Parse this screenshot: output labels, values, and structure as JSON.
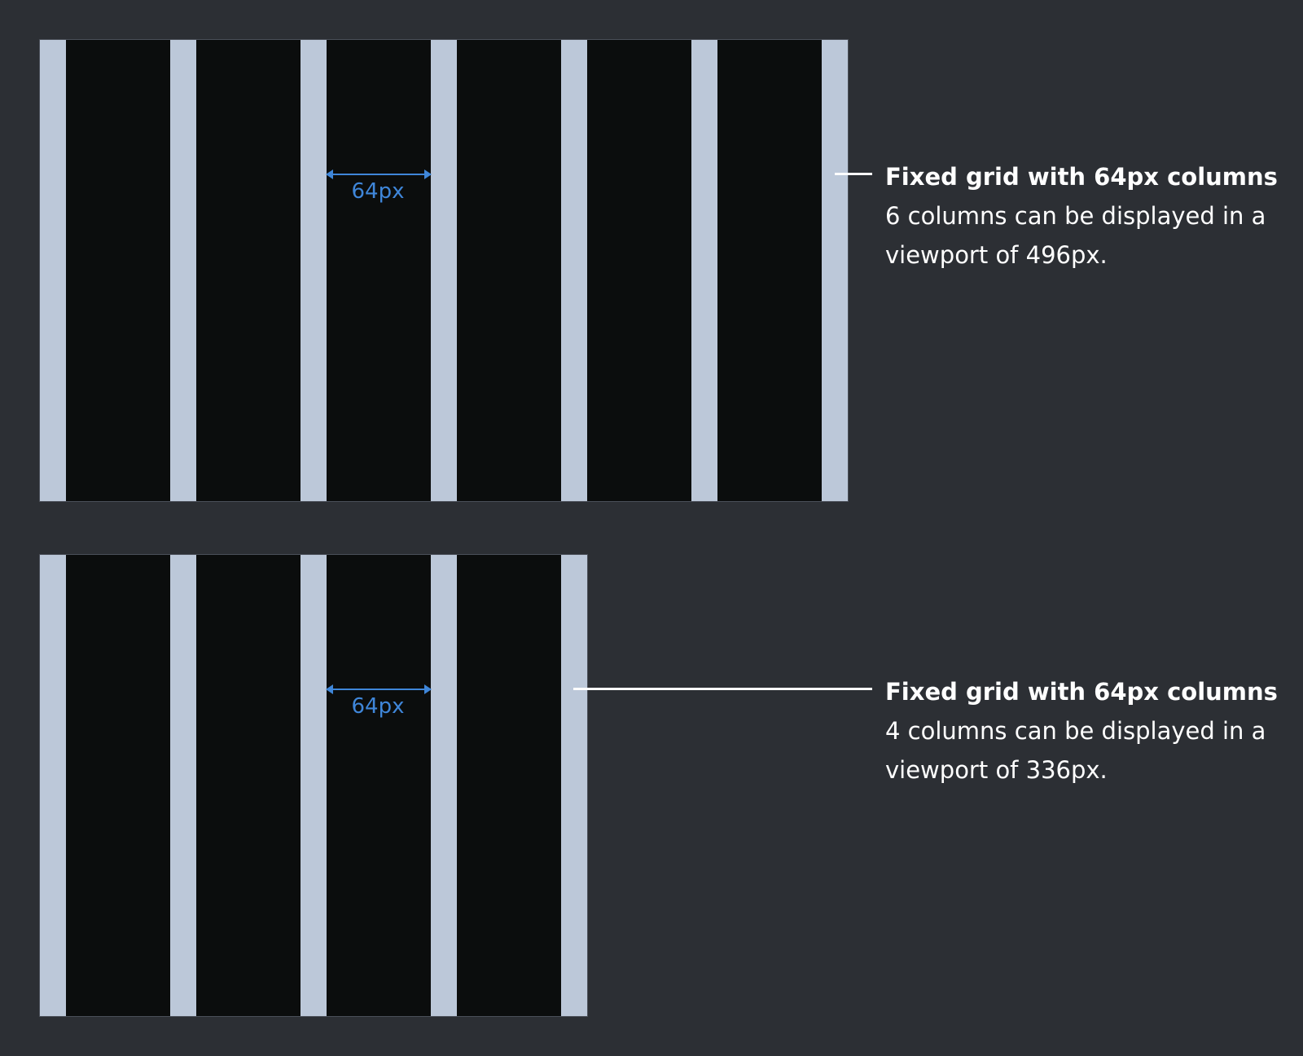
{
  "colors": {
    "background": "#2c2f34",
    "column": "#0b0d0d",
    "gutter": "#bcc8d9",
    "measure": "#3f86d9",
    "text": "#ffffff"
  },
  "diagrams": [
    {
      "columns": 6,
      "measure_label": "64px",
      "title": "Fixed grid with 64px columns",
      "description": "6 columns can be displayed in a viewport of 496px."
    },
    {
      "columns": 4,
      "measure_label": "64px",
      "title": "Fixed grid with 64px columns",
      "description": "4 columns can be displayed in a viewport of 336px."
    }
  ]
}
